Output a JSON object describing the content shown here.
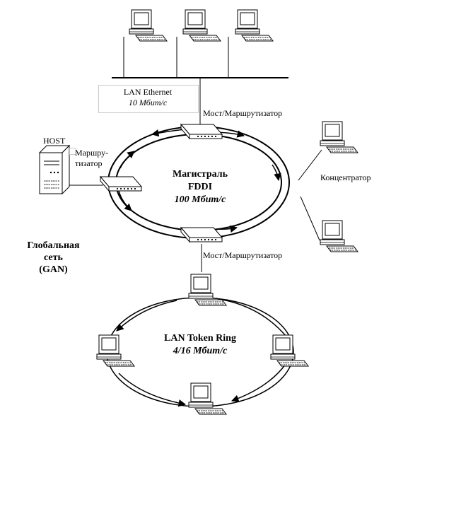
{
  "ethernet": {
    "name": "LAN Ethernet",
    "speed": "10 Мбит/с"
  },
  "fddi": {
    "line1": "Магистраль",
    "line2": "FDDI",
    "speed": "100 Мбит/с"
  },
  "token_ring": {
    "name": "LAN Token Ring",
    "speed": "4/16 Мбит/с"
  },
  "bridge_top": "Мост/Маршрутизатор",
  "bridge_bottom": "Мост/Маршрутизатор",
  "router_left": {
    "line1": "Маршру-",
    "line2": "тизатор"
  },
  "host": "HOST",
  "hub": "Концентратор",
  "gan": {
    "line1": "Глобальная",
    "line2": "сеть",
    "line3": "(GAN)"
  },
  "icons": [
    "computer-icon",
    "router-icon",
    "server-icon"
  ]
}
